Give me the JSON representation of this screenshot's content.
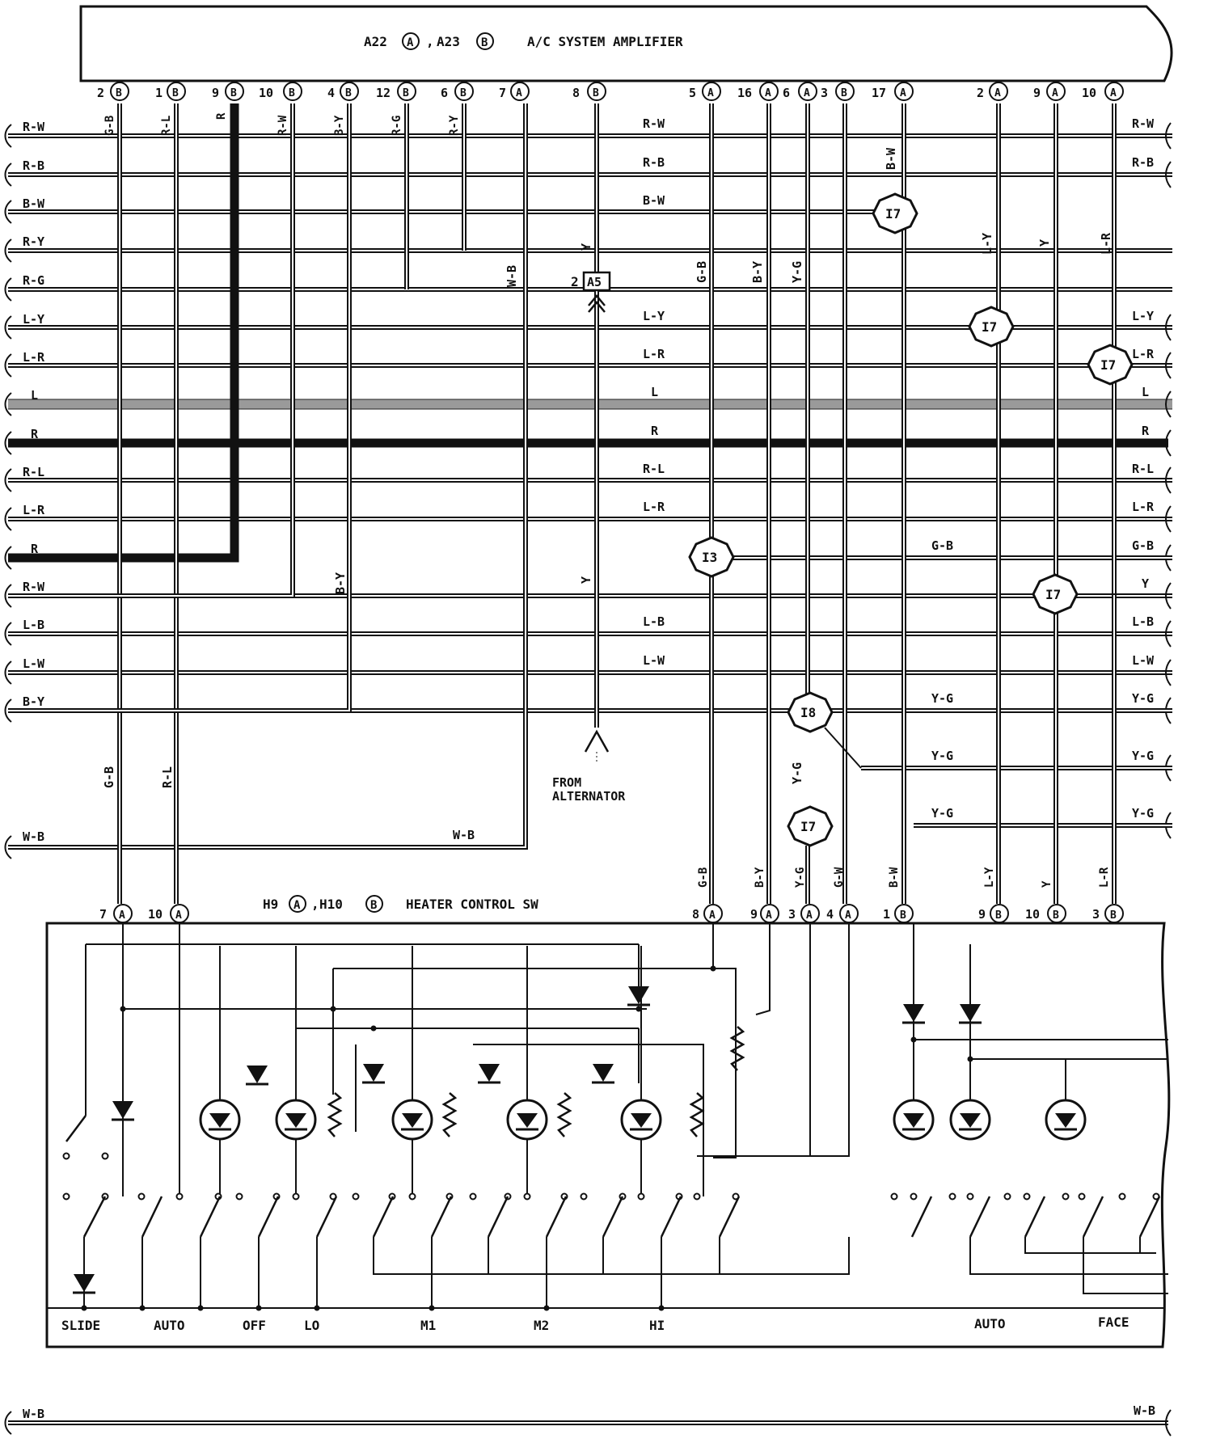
{
  "amplifier": {
    "title": "A/C SYSTEM AMPLIFIER",
    "conn1": "A22",
    "conn1_letter": "A",
    "sep": ",",
    "conn2": "A23",
    "conn2_letter": "B"
  },
  "heater": {
    "title": "HEATER CONTROL SW",
    "conn1": "H9",
    "conn1_letter": "A",
    "sep": ",",
    "conn2": "H10",
    "conn2_letter": "B"
  },
  "amp_pins": [
    {
      "num": "2",
      "letter": "B",
      "wire": "G-B"
    },
    {
      "num": "1",
      "letter": "B",
      "wire": "R-L"
    },
    {
      "num": "9",
      "letter": "B",
      "wire": "R"
    },
    {
      "num": "10",
      "letter": "B",
      "wire": "R-W"
    },
    {
      "num": "4",
      "letter": "B",
      "wire": "B-Y"
    },
    {
      "num": "12",
      "letter": "B",
      "wire": "R-G"
    },
    {
      "num": "6",
      "letter": "B",
      "wire": "R-Y"
    },
    {
      "num": "7",
      "letter": "A",
      "wire": "W-B"
    },
    {
      "num": "8",
      "letter": "B",
      "wire": "Y"
    },
    {
      "num": "5",
      "letter": "A",
      "wire": "G-B"
    },
    {
      "num": "16",
      "letter": "A",
      "wire": "B-Y"
    },
    {
      "num": "6",
      "letter": "A",
      "wire": "Y-G"
    },
    {
      "num": "3",
      "letter": "B",
      "wire": ""
    },
    {
      "num": "17",
      "letter": "A",
      "wire": "B-W"
    },
    {
      "num": "2",
      "letter": "A",
      "wire": "L-Y"
    },
    {
      "num": "9",
      "letter": "A",
      "wire": "Y"
    },
    {
      "num": "10",
      "letter": "A",
      "wire": "L-R"
    }
  ],
  "left_bus_labels": [
    "R-W",
    "R-B",
    "B-W",
    "R-Y",
    "R-G",
    "L-Y",
    "L-R",
    "L",
    "R",
    "R-L",
    "L-R",
    "R",
    "R-W",
    "L-B",
    "L-W",
    "B-Y"
  ],
  "mid_bus_labels": [
    "R-W",
    "R-B",
    "B-W",
    "L-Y",
    "L-R",
    "L",
    "R",
    "R-L",
    "L-R",
    "L-B",
    "L-W"
  ],
  "right_bus_labels": [
    "R-W",
    "R-B",
    "L-Y",
    "L-R",
    "L",
    "R",
    "R-L",
    "L-R",
    "G-B",
    "Y",
    "L-B",
    "L-W",
    "Y-G",
    "Y-G",
    "Y-G"
  ],
  "inner_labels": {
    "gb_bus": "G-B",
    "yg1": "Y-G",
    "yg2": "Y-G",
    "yg3": "Y-G",
    "wb_mid": "W-B",
    "wb_left": "W-B",
    "wb_bottom_left": "W-B",
    "wb_bottom_right": "W-B"
  },
  "vertical_wire_labels": {
    "gb_low": "G-B",
    "rl_low": "R-L",
    "by_mid": "B-Y",
    "wb": "W-B",
    "y_upper": "Y",
    "y_lower": "Y",
    "gb_right": "G-B",
    "by_right": "B-Y",
    "yg_right": "Y-G",
    "yg_lower": "Y-G",
    "bw_upper": "B-W",
    "ly_upper": "L-Y",
    "y_right": "Y",
    "lr_upper": "L-R"
  },
  "junctions": {
    "i7_a": "I7",
    "i7_b": "I7",
    "i7_c": "I7",
    "i7_d": "I7",
    "i7_e": "I7",
    "i3": "I3",
    "i8": "I8"
  },
  "a5": {
    "pin": "2",
    "label": "A5"
  },
  "from_alternator": [
    "FROM",
    "ALTERNATOR"
  ],
  "heater_pins": [
    {
      "num": "7",
      "letter": "A",
      "wire": ""
    },
    {
      "num": "10",
      "letter": "A",
      "wire": ""
    },
    {
      "num": "8",
      "letter": "A",
      "wire": "G-B"
    },
    {
      "num": "9",
      "letter": "A",
      "wire": "B-Y"
    },
    {
      "num": "3",
      "letter": "A",
      "wire": "Y-G"
    },
    {
      "num": "4",
      "letter": "A",
      "wire": "G-W"
    },
    {
      "num": "1",
      "letter": "B",
      "wire": "B-W"
    },
    {
      "num": "9",
      "letter": "B",
      "wire": "L-Y"
    },
    {
      "num": "10",
      "letter": "B",
      "wire": "Y"
    },
    {
      "num": "3",
      "letter": "B",
      "wire": "L-R"
    }
  ],
  "switch_positions": [
    "SLIDE",
    "AUTO",
    "OFF",
    "LO",
    "M1",
    "M2",
    "HI",
    "AUTO",
    "FACE"
  ]
}
